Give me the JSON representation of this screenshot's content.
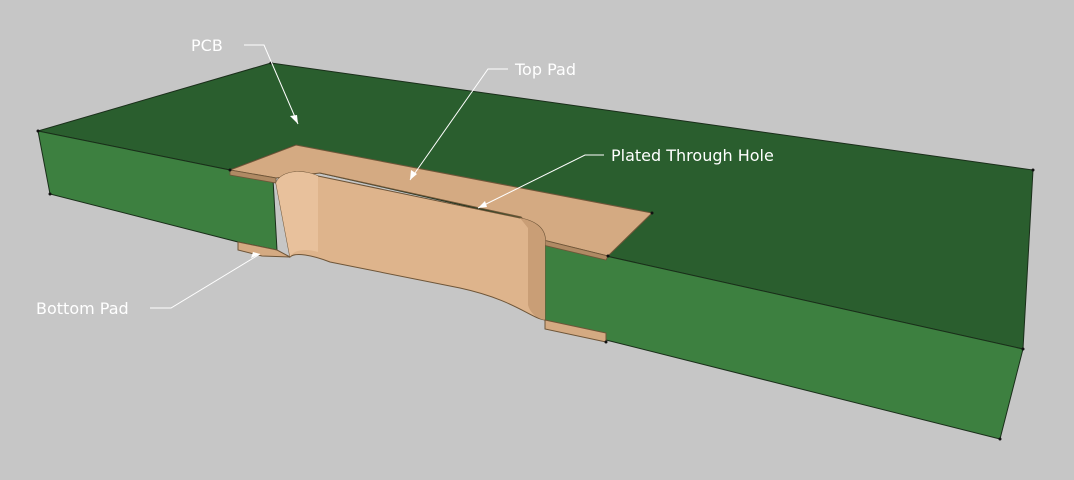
{
  "diagram": {
    "labels": {
      "pcb": "PCB",
      "top_pad": "Top Pad",
      "plated_through_hole": "Plated Through Hole",
      "bottom_pad": "Bottom Pad"
    },
    "colors": {
      "background": "#c6c6c6",
      "pcb_top": "#2a5e2e",
      "pcb_side": "#3d8040",
      "copper": "#d8b08a",
      "copper_edge": "#a88462",
      "callout": "#ffffff"
    }
  }
}
